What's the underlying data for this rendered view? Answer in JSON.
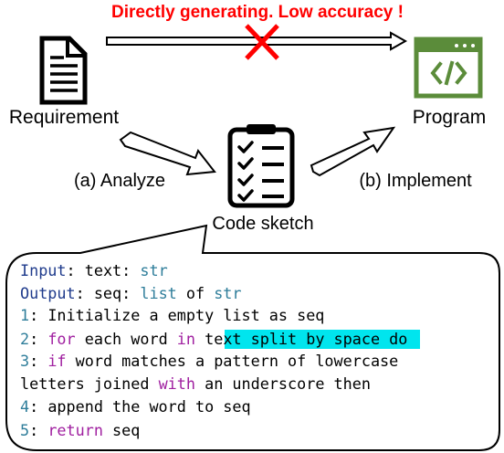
{
  "banner": "Directly generating. Low accuracy !",
  "nodes": {
    "requirement": "Requirement",
    "program": "Program",
    "sketch": "Code sketch"
  },
  "edges": {
    "analyze": "(a) Analyze",
    "implement": "(b) Implement"
  },
  "colors": {
    "banner": "#ff0000",
    "cross": "#ff0000",
    "program_icon": "#5b8c3a",
    "keyword": "#a020a0",
    "type": "#2e7d9a",
    "io_label": "#1f3b8c",
    "highlight": "#00e5ee",
    "text": "#000000"
  },
  "code": {
    "input_label": "Input",
    "input_rest": ": text: ",
    "input_type": "str",
    "output_label": "Output",
    "output_rest": ": seq: ",
    "output_type1": "list",
    "output_of": " of ",
    "output_type2": "str",
    "l1_num": "1",
    "l1_text": ": Initialize a empty list as seq",
    "l2_num": "2",
    "l2_colon": ": ",
    "l2_for": "for",
    "l2_each": " each word ",
    "l2_in": "in",
    "l2_space": " ",
    "l2_highlight": "text split by space",
    "l2_do": " do",
    "l3_num": "3",
    "l3_colon": ":     ",
    "l3_if": "if",
    "l3_text": " word matches a pattern of lowercase",
    "l3b_text": "letters joined ",
    "l3b_with": "with",
    "l3b_rest": " an underscore then",
    "l4_num": "4",
    "l4_text": ":     append the word to seq",
    "l5_num": "5",
    "l5_colon": ": ",
    "l5_return": "return",
    "l5_rest": " seq"
  }
}
